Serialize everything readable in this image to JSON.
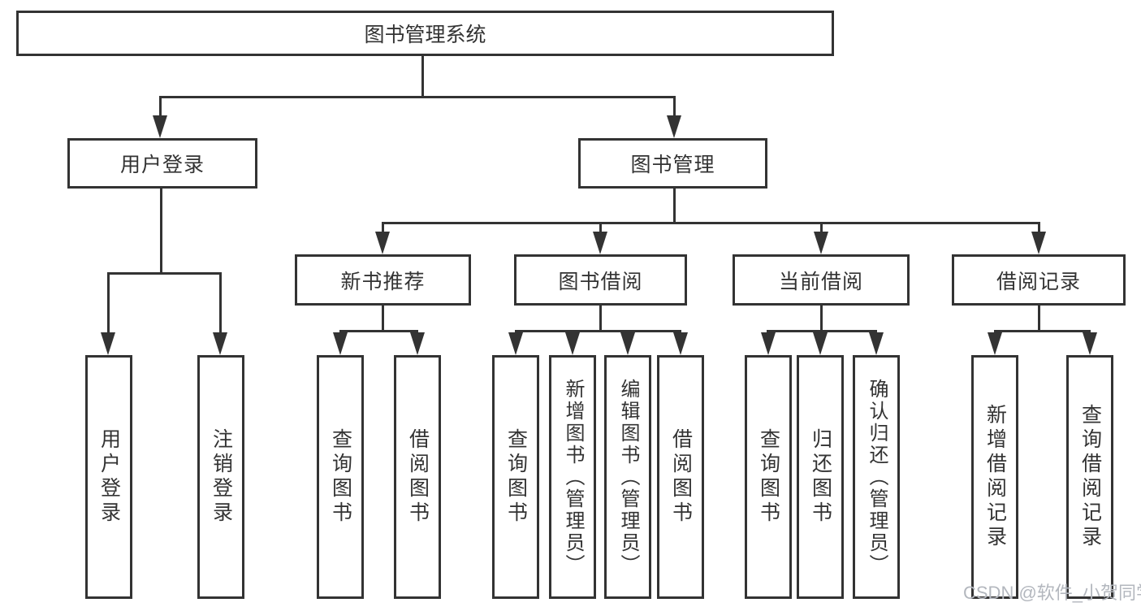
{
  "diagram": {
    "title": "图书管理系统",
    "level2": {
      "user_login": "用户登录",
      "book_management": "图书管理"
    },
    "user_login_children": {
      "login": "用户登录",
      "logout": "注销登录"
    },
    "book_management_children": {
      "new_book_recommend": "新书推荐",
      "book_borrow": "图书借阅",
      "current_borrow": "当前借阅",
      "borrow_records": "借阅记录"
    },
    "new_book_recommend_children": {
      "query_books": "查询图书",
      "borrow_books": "借阅图书"
    },
    "book_borrow_children": {
      "query_books": "查询图书",
      "add_books_admin": "新增图书（管理员）",
      "edit_books_admin": "编辑图书（管理员）",
      "borrow_books": "借阅图书"
    },
    "current_borrow_children": {
      "query_books": "查询图书",
      "return_books": "归还图书",
      "confirm_return_admin": "确认归还（管理员）"
    },
    "borrow_records_children": {
      "add_borrow_record": "新增借阅记录",
      "query_borrow_record": "查询借阅记录"
    }
  },
  "watermark": "CSDN @软件_小贺同学",
  "colors": {
    "line": "#333333",
    "text": "#333333",
    "watermark": "#b3b7be",
    "background": "#ffffff"
  }
}
